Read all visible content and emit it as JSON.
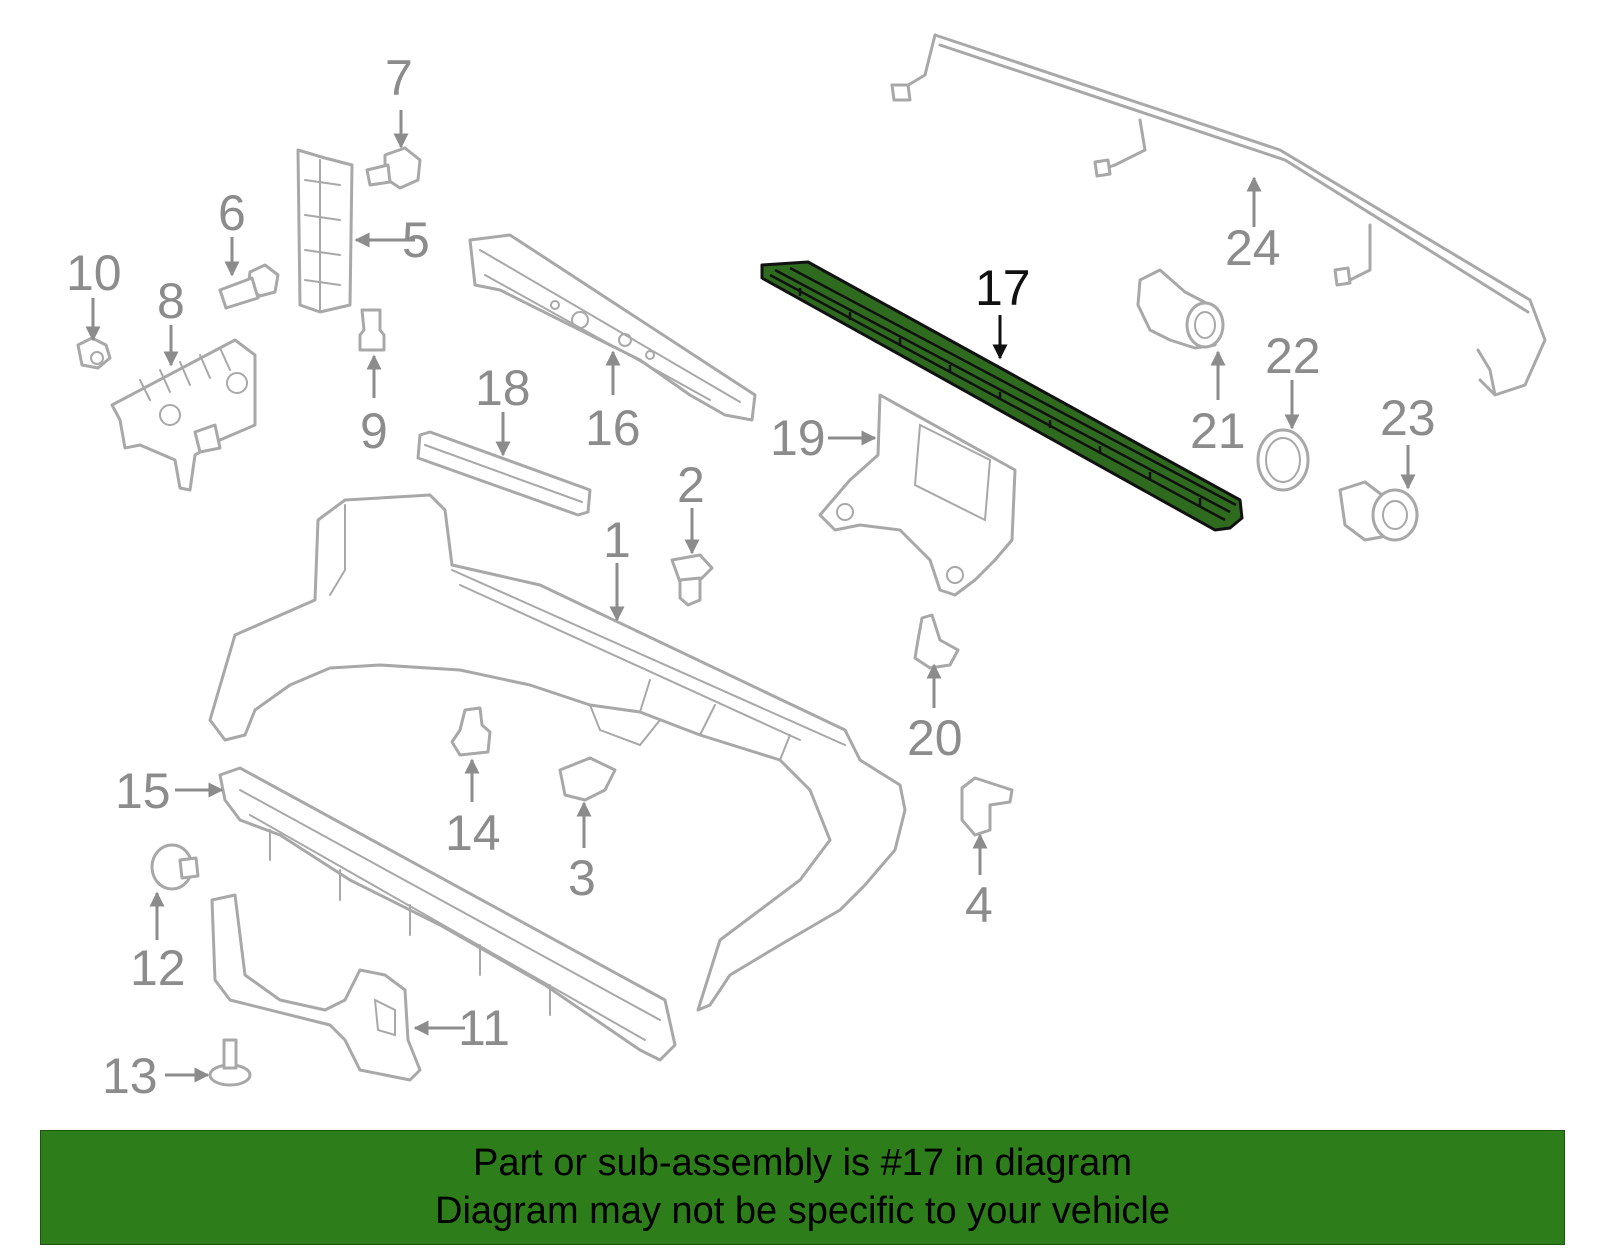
{
  "highlighted_part": "17",
  "callouts": {
    "c1": "1",
    "c2": "2",
    "c3": "3",
    "c4": "4",
    "c5": "5",
    "c6": "6",
    "c7": "7",
    "c8": "8",
    "c9": "9",
    "c10": "10",
    "c11": "11",
    "c12": "12",
    "c13": "13",
    "c14": "14",
    "c15": "15",
    "c16": "16",
    "c17": "17",
    "c18": "18",
    "c19": "19",
    "c20": "20",
    "c21": "21",
    "c22": "22",
    "c23": "23",
    "c24": "24"
  },
  "banner": {
    "line1": "Part or sub-assembly is #17 in diagram",
    "line2": "Diagram may not be specific to your vehicle"
  },
  "colors": {
    "banner_bg": "#2e7d1b",
    "highlight_fill": "#2e6b1f",
    "part_stroke": "#a8a8a8",
    "label_color": "#8c8c8c"
  }
}
